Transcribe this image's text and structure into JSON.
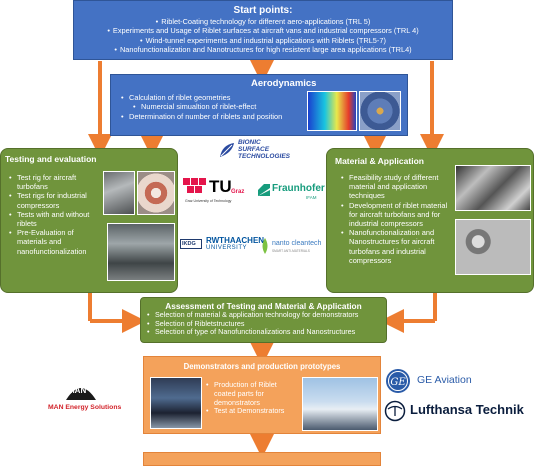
{
  "start": {
    "title": "Start points:",
    "items": [
      "Riblet-Coating technology for different aero-applications (TRL 5)",
      "Experiments and Usage of Riblet surfaces at aircraft vans and industrial compressors (TRL 4)",
      "Wind-tunnel experiments and industrial applications with Riblets (TRL5-7)",
      "Nanofunctionalization and Nanotructures for high resistent large area applications (TRL4)"
    ]
  },
  "aero": {
    "title": "Aerodynamics",
    "items": [
      "Calculation of riblet geometries",
      "Numercial simualtion of riblet-effect",
      "Determination of number of riblets and position"
    ]
  },
  "bionic": {
    "line1": "BIONIC",
    "line2": "SURFACE",
    "line3": "TECHNOLOGIES"
  },
  "testing": {
    "title": "Testing and evaluation",
    "items": [
      "Test rig for aircraft turbofans",
      "Test rigs for industrial compressors",
      "Tests with and without riblets",
      "Pre-Evaluation of materials and nanofunctionalization"
    ]
  },
  "material": {
    "title": "Material & Application",
    "items": [
      "Feasibility study of different material and application techniques",
      "Development of riblet material for aircraft turbofans and for industrial compressors",
      "Nanofunctionalization and Nanostructures for aircraft turbofans and industrial compressors"
    ]
  },
  "logos": {
    "tu_main": "TU",
    "tu_sub": "Graz",
    "tu_caption": "Graz University of Technology",
    "fraunhofer": "Fraunhofer",
    "fraunhofer_sub": "IFAM",
    "ikdg": "IKDG",
    "rwth_1": "RWTHAACHEN",
    "rwth_2": "UNIVERSITY",
    "nanto": "nanto cleantech",
    "nanto_sub": "SMART ANTI-MATERIALS",
    "man": "MAN",
    "man_sub": "MAN Energy Solutions",
    "ge": "GE Aviation",
    "lufthansa": "Lufthansa Technik"
  },
  "assessment": {
    "title": "Assessment of Testing and Material & Application",
    "items": [
      "Selection of material & application technology for demonstrators",
      "Selection of Ribletstructures",
      "Selection of type of Nanofunctionalizations and Nanostructures"
    ]
  },
  "demo": {
    "title": "Demonstrators and production prototypes",
    "items": [
      "Production of Riblet coated parts for demonstrators",
      "Test at Demonstrators"
    ]
  },
  "colors": {
    "blue": "#4472c4",
    "green": "#70943c",
    "orange": "#f4a25b",
    "arrow": "#ed7d31",
    "man_red": "#d2232a",
    "ge_blue": "#2a5ba8",
    "lh_blue": "#0a1d3d"
  }
}
